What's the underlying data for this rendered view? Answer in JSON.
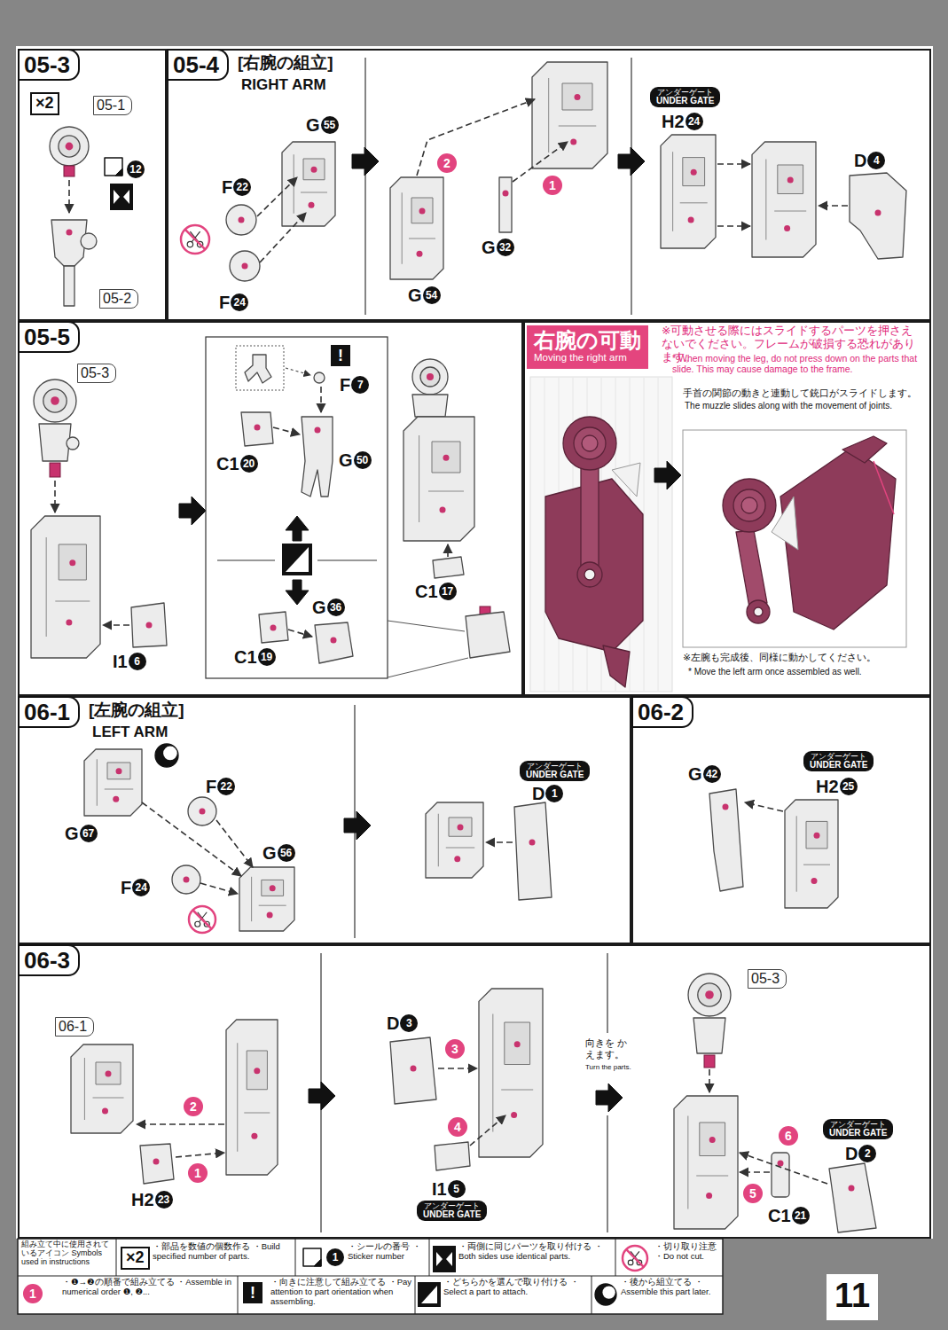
{
  "diagram": {
    "nodes": [
      {
        "text": [
          "05-3"
        ]
      },
      {
        "text": [
          "05-1"
        ],
        "in": 0
      },
      {
        "text": [
          "05-2"
        ],
        "in": 0
      },
      {
        "text": [
          "05-4",
          "[右腕の組立]",
          "RIGHT ARM"
        ]
      },
      {
        "text": [
          "アンダーゲート",
          "UNDER GATE"
        ],
        "in": 3
      },
      {
        "text": [
          "05-5"
        ]
      },
      {
        "text": [
          "05-3"
        ],
        "in": 5
      },
      {
        "text": [
          "※可動させる際にはスライドするパーツを押さえないでください。フレームが破損する恐れがあります。",
          "* When moving the leg, do not press down on the parts that slide. This may cause damage to the frame.",
          "手首の関節の動きと連動して銃口がスライドします。",
          "The muzzle slides along with the movement of joints.",
          "※左腕も完成後、同様に動かしてください。",
          "* Move the left arm once assembled as well."
        ]
      },
      {
        "text": [
          "右腕の可動",
          "Moving the right arm"
        ],
        "in": 7
      },
      {
        "text": [
          "06-1",
          "[左腕の組立]",
          "LEFT ARM"
        ]
      },
      {
        "text": [
          "アンダーゲート",
          "UNDER GATE"
        ],
        "in": 9
      },
      {
        "text": [
          "06-2"
        ]
      },
      {
        "text": [
          "アンダーゲート",
          "UNDER GATE"
        ],
        "in": 11
      },
      {
        "text": [
          "06-3"
        ]
      },
      {
        "text": [
          "06-1"
        ],
        "in": 13
      },
      {
        "text": [
          "アンダーゲート",
          "UNDER GATE"
        ],
        "in": 13
      },
      {
        "text": [
          "05-3"
        ],
        "in": 13
      },
      {
        "text": [
          "アンダーゲート",
          "UNDER GATE"
        ],
        "in": 13
      }
    ],
    "labels": [
      "×2",
      "12",
      "F",
      "22",
      "G",
      "55",
      "F",
      "24",
      "2",
      "1",
      "G",
      "32",
      "G",
      "54",
      "H2",
      "24",
      "D",
      "4",
      "!",
      "F",
      "7",
      "C1",
      "20",
      "G",
      "50",
      "G",
      "36",
      "C1",
      "19",
      "C1",
      "17",
      "I1",
      "6",
      "F",
      "22",
      "G",
      "67",
      "G",
      "56",
      "F",
      "24",
      "D",
      "1",
      "G",
      "42",
      "H2",
      "25",
      "2",
      "1",
      "H2",
      "23",
      "D",
      "3",
      "3",
      "4",
      "I1",
      "5",
      "向きを かえます。",
      "Turn the parts.",
      "6",
      "5",
      "D",
      "2",
      "C1",
      "21",
      "組み立て中に使用されているアイコン Symbols used in instructions",
      "×2",
      "1",
      "1",
      "!",
      "11"
    ],
    "legend": [
      {
        "text": "・部品を数値の個数作る ・Build specified number of parts."
      },
      {
        "text": "・シールの番号 ・Sticker number"
      },
      {
        "text": "・両側に同じパーツを取り付ける ・Both sides use identical parts."
      },
      {
        "text": "・切り取り注意 ・Do not cut."
      },
      {
        "text": "・❶→❷の順番で組み立てる ・Assemble in numerical order ❶, ❷..."
      },
      {
        "text": "・向きに注意して組み立てる ・Pay attention to part orientation when assembling."
      },
      {
        "text": "・どちらかを選んで取り付ける ・Select a part to attach."
      },
      {
        "text": "・後から組立てる ・Assemble this part later."
      }
    ]
  }
}
